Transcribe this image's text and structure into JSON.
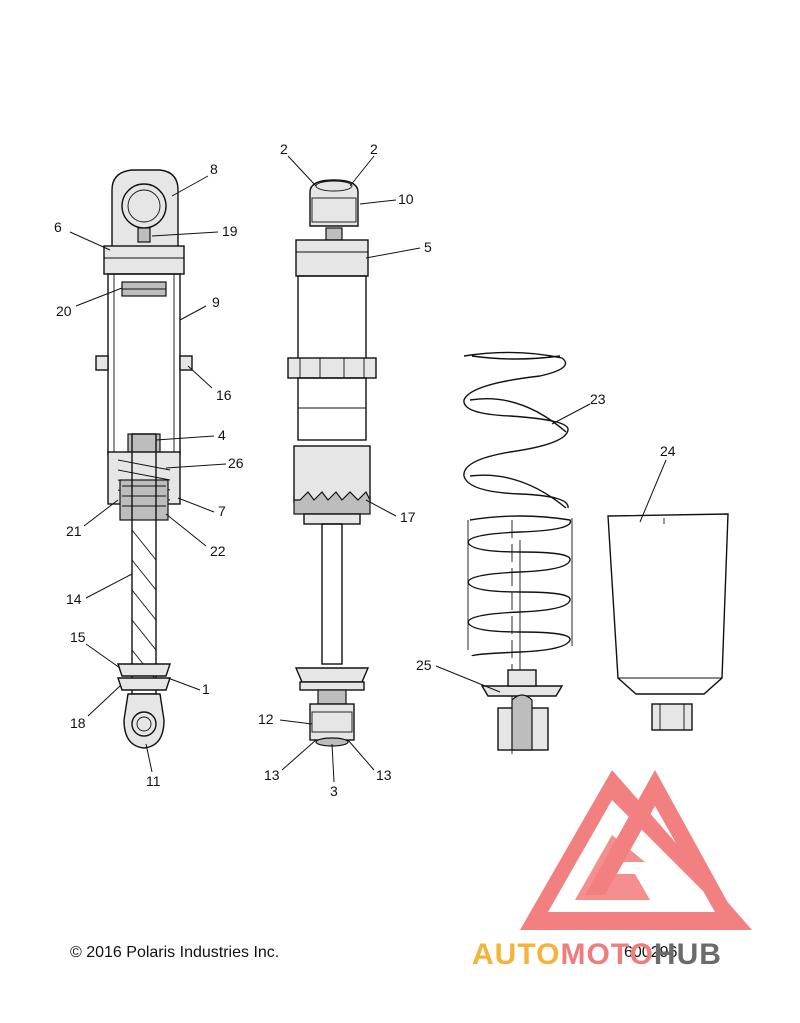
{
  "footer": {
    "copyright": "© 2016 Polaris Industries Inc.",
    "drawing_number": "600296"
  },
  "watermark": {
    "word_parts": [
      "AUTO",
      "MOTO",
      "HUB"
    ],
    "colors": {
      "auto": "#f5b33a",
      "moto": "#f07d7d",
      "hub": "#6b6b6b",
      "triangle": "#f26b6b"
    }
  },
  "callouts": [
    {
      "id": "c8",
      "text": "8"
    },
    {
      "id": "c6",
      "text": "6"
    },
    {
      "id": "c19",
      "text": "19"
    },
    {
      "id": "c20",
      "text": "20"
    },
    {
      "id": "c9",
      "text": "9"
    },
    {
      "id": "c16",
      "text": "16"
    },
    {
      "id": "c4",
      "text": "4"
    },
    {
      "id": "c26",
      "text": "26"
    },
    {
      "id": "c21",
      "text": "21"
    },
    {
      "id": "c7",
      "text": "7"
    },
    {
      "id": "c22",
      "text": "22"
    },
    {
      "id": "c14",
      "text": "14"
    },
    {
      "id": "c15",
      "text": "15"
    },
    {
      "id": "c1",
      "text": "1"
    },
    {
      "id": "c18",
      "text": "18"
    },
    {
      "id": "c11",
      "text": "11"
    },
    {
      "id": "c2a",
      "text": "2"
    },
    {
      "id": "c2b",
      "text": "2"
    },
    {
      "id": "c10",
      "text": "10"
    },
    {
      "id": "c5",
      "text": "5"
    },
    {
      "id": "c17",
      "text": "17"
    },
    {
      "id": "c12",
      "text": "12"
    },
    {
      "id": "c13a",
      "text": "13"
    },
    {
      "id": "c13b",
      "text": "13"
    },
    {
      "id": "c3",
      "text": "3"
    },
    {
      "id": "c23",
      "text": "23"
    },
    {
      "id": "c24",
      "text": "24"
    },
    {
      "id": "c25",
      "text": "25"
    }
  ]
}
